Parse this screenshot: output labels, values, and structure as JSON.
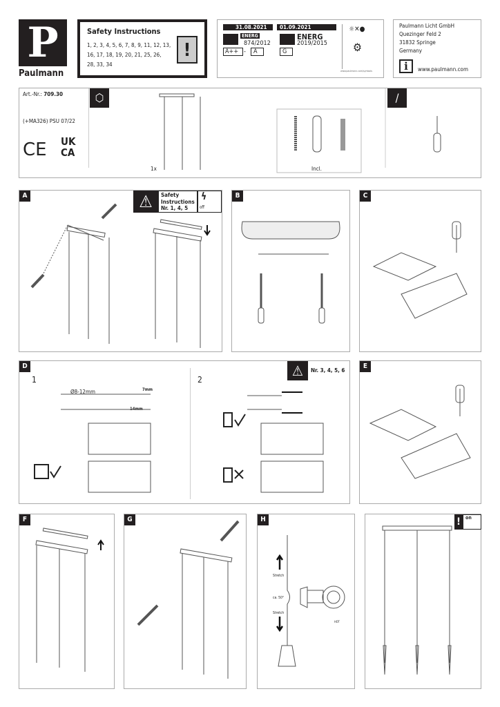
{
  "brand": {
    "logo_letter": "P",
    "name": "Paulmann"
  },
  "safety": {
    "title": "Safety Instructions",
    "numbers_line1": "1, 2, 3, 4, 5, 6, 7, 8, 9, 11, 12, 13,",
    "numbers_line2": "16, 17, 18, 19, 20, 21, 25, 26,",
    "numbers_line3": "28, 33, 34"
  },
  "energy": {
    "date_old": "31.08.2021",
    "date_new": "01.09.2021",
    "label_old": "ENERG",
    "reg_old": "874/2012",
    "label_new": "ENERG",
    "reg_new": "2019/2015",
    "class_old_from": "A++",
    "class_sep": "-",
    "class_old_to": "A",
    "class_new": "G",
    "symbols_url": "www.paulmann.com/symbols"
  },
  "address": {
    "line1": "Paulmann Licht GmbH",
    "line2": "Quezinger Feld 2",
    "line3": "31832 Springe",
    "line4": "Germany",
    "website": "www.paulmann.com"
  },
  "product": {
    "art_label": "Art.-Nr.:",
    "art_no": "709.30",
    "variant": "(+MA326) PSU 07/22",
    "ce": "CE",
    "ukca_1": "UK",
    "ukca_2": "CA",
    "qty": "1x",
    "incl": "Incl."
  },
  "steps": {
    "A": {
      "label": "A",
      "safety_title_1": "Safety",
      "safety_title_2": "Instructions",
      "safety_nr": "Nr. 1, 4, 5",
      "off": "off"
    },
    "B": {
      "label": "B"
    },
    "C": {
      "label": "C"
    },
    "D": {
      "label": "D",
      "sub1": "1",
      "sub2": "2",
      "diameter": "Ø8-12mm",
      "strip_short": "7mm",
      "strip_long": "14mm",
      "safety_nr": "Nr. 3, 4, 5, 6"
    },
    "E": {
      "label": "E"
    },
    "F": {
      "label": "F"
    },
    "G": {
      "label": "G"
    },
    "H": {
      "label": "H",
      "stretch_up": "Stretch",
      "angle": "ca. 50°",
      "stretch_down": "Stretch",
      "hot": "HOT"
    },
    "final": {
      "on": "on"
    }
  }
}
